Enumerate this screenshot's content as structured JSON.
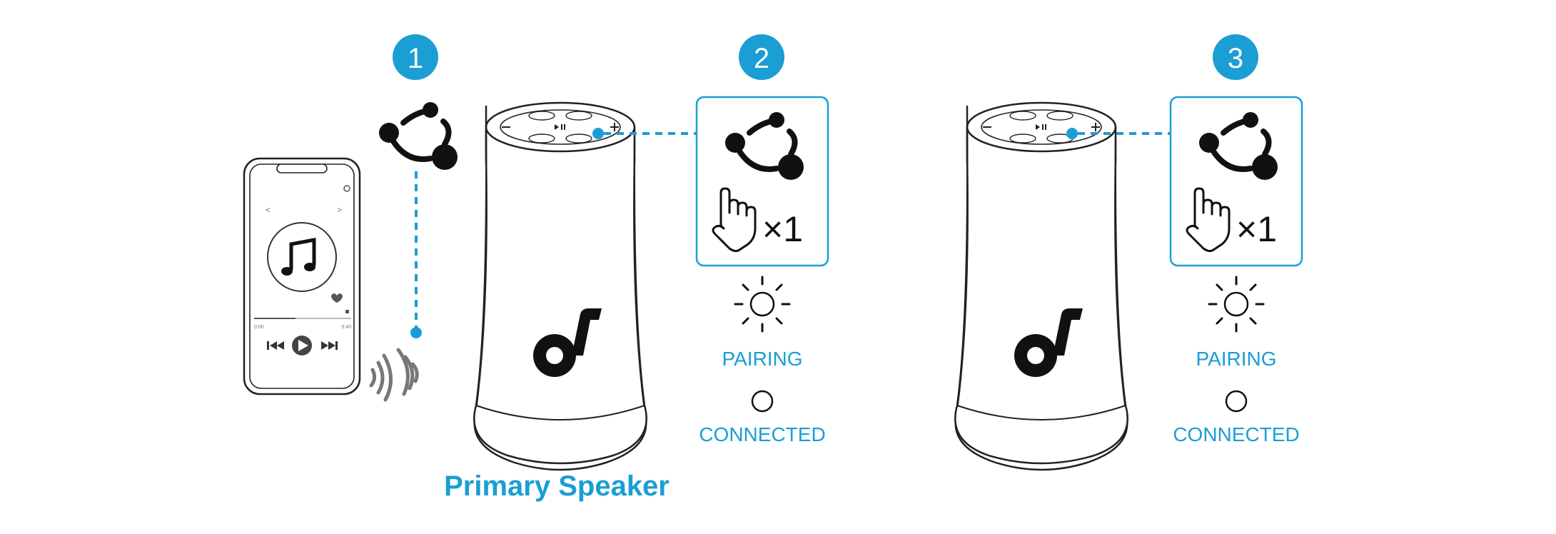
{
  "colors": {
    "accent": "#1a9ed4",
    "ink": "#111111",
    "outline": "#222222",
    "muted": "#8a8a8a"
  },
  "steps": [
    {
      "number": "1"
    },
    {
      "number": "2",
      "press_count": "×1",
      "pairing_label": "PAIRING",
      "connected_label": "CONNECTED"
    },
    {
      "number": "3",
      "press_count": "×1",
      "pairing_label": "PAIRING",
      "connected_label": "CONNECTED"
    }
  ],
  "captions": {
    "primary_speaker": "Primary Speaker"
  },
  "phone": {
    "icon": "music-note-icon",
    "elapsed": "0:00",
    "remaining": "-3:40",
    "nav_prev": "<",
    "nav_next": ">"
  },
  "icons": {
    "link": "link-icon",
    "hand_press": "hand-press-icon",
    "led": "led-light-icon",
    "wireless": "wireless-waves-icon"
  }
}
